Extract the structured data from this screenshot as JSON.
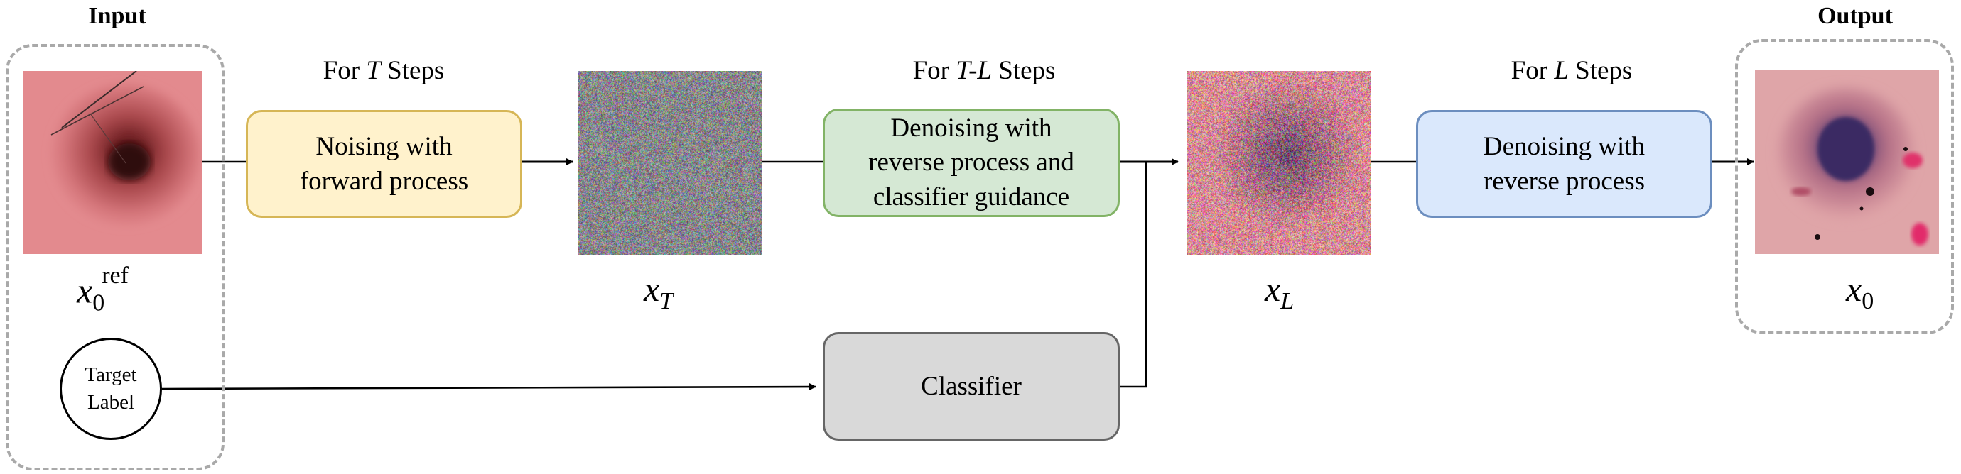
{
  "input_title": "Input",
  "output_title": "Output",
  "stage1": {
    "steps_label_pre": "For ",
    "steps_var": "T",
    "steps_label_post": " Steps",
    "box_text": "Noising with\nforward process"
  },
  "stage2": {
    "steps_label_pre": "For ",
    "steps_var": "T-L",
    "steps_label_post": " Steps",
    "box_text": "Denoising with\nreverse process and\nclassifier guidance"
  },
  "stage3": {
    "steps_label_pre": "For ",
    "steps_var": "L",
    "steps_label_post": " Steps",
    "box_text": "Denoising with\nreverse process"
  },
  "classifier_text": "Classifier",
  "target_label_text": "Target\nLabel",
  "var_x": "x",
  "sub_0": "0",
  "sup_ref": "ref",
  "sub_T": "T",
  "sub_L": "L",
  "colors": {
    "noising_fill": "#fff2cc",
    "noising_stroke": "#d6b656",
    "guided_fill": "#d5e8d4",
    "guided_stroke": "#82b366",
    "reverse_fill": "#dae8fc",
    "reverse_stroke": "#6c8ebf",
    "classifier_fill": "#d9d9d9",
    "classifier_stroke": "#666666",
    "dash_stroke": "#a9a9a9"
  }
}
